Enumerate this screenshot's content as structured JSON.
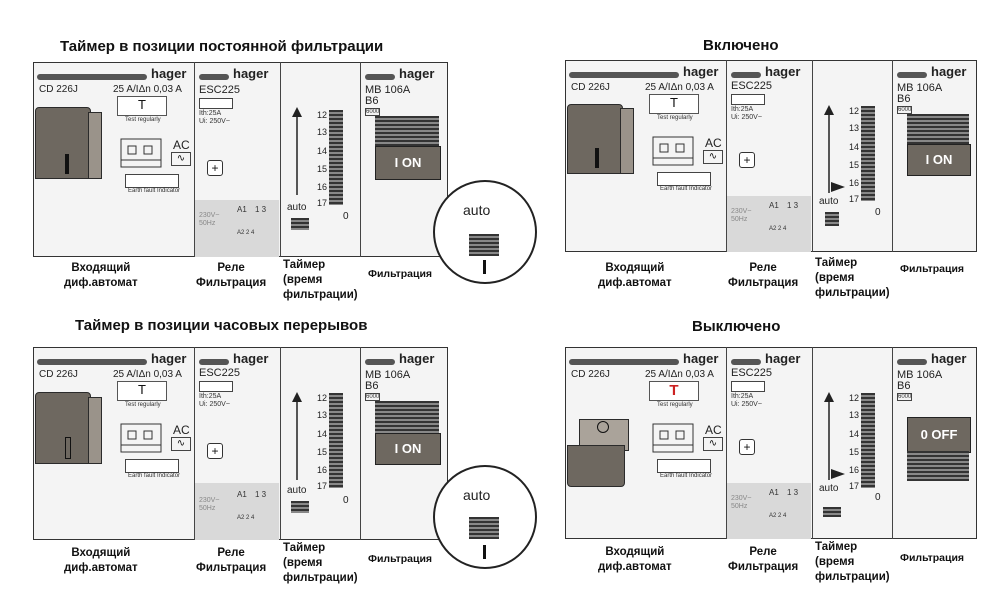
{
  "titles": {
    "top_left": "Таймер в позиции постоянной фильтрации",
    "top_right": "Включено",
    "bottom_left": "Таймер в позиции часовых перерывов",
    "bottom_right": "Выключено"
  },
  "device": {
    "brand": "hager",
    "rcd_model": "CD  226J",
    "rcd_rating": "25 A/IΔn  0,03 A",
    "test_button": "T",
    "test_regularly": "Test regularly",
    "ac_label": "AC",
    "earth_fault": "Earth fault Indicator",
    "relay_model": "ESC225",
    "relay_ith": "Ith:25A",
    "relay_ui": "Ui: 250V~",
    "relay_voltage": "230V~",
    "relay_freq": "50Hz",
    "relay_a1": "A1",
    "relay_13": "1  3",
    "relay_a2": "A2  2  4",
    "breaker_model": "MB 106A",
    "breaker_curve": "B6",
    "breaker_code": "6000",
    "breaker_on": "I  ON",
    "breaker_off": "0  OFF",
    "timer_auto": "auto",
    "timer_zero": "0",
    "timer_one": "I",
    "scale": [
      "12",
      "13",
      "14",
      "15",
      "16",
      "17"
    ]
  },
  "captions": {
    "rcd": [
      "Входящий",
      "диф.автомат"
    ],
    "relay": [
      "Реле",
      "Фильтрация"
    ],
    "timer": [
      "Таймер",
      "(время",
      "фильтрации)"
    ],
    "breaker": "Фильтрация"
  },
  "colors": {
    "lever": "#6e6860",
    "test_red": "#cc2222"
  }
}
